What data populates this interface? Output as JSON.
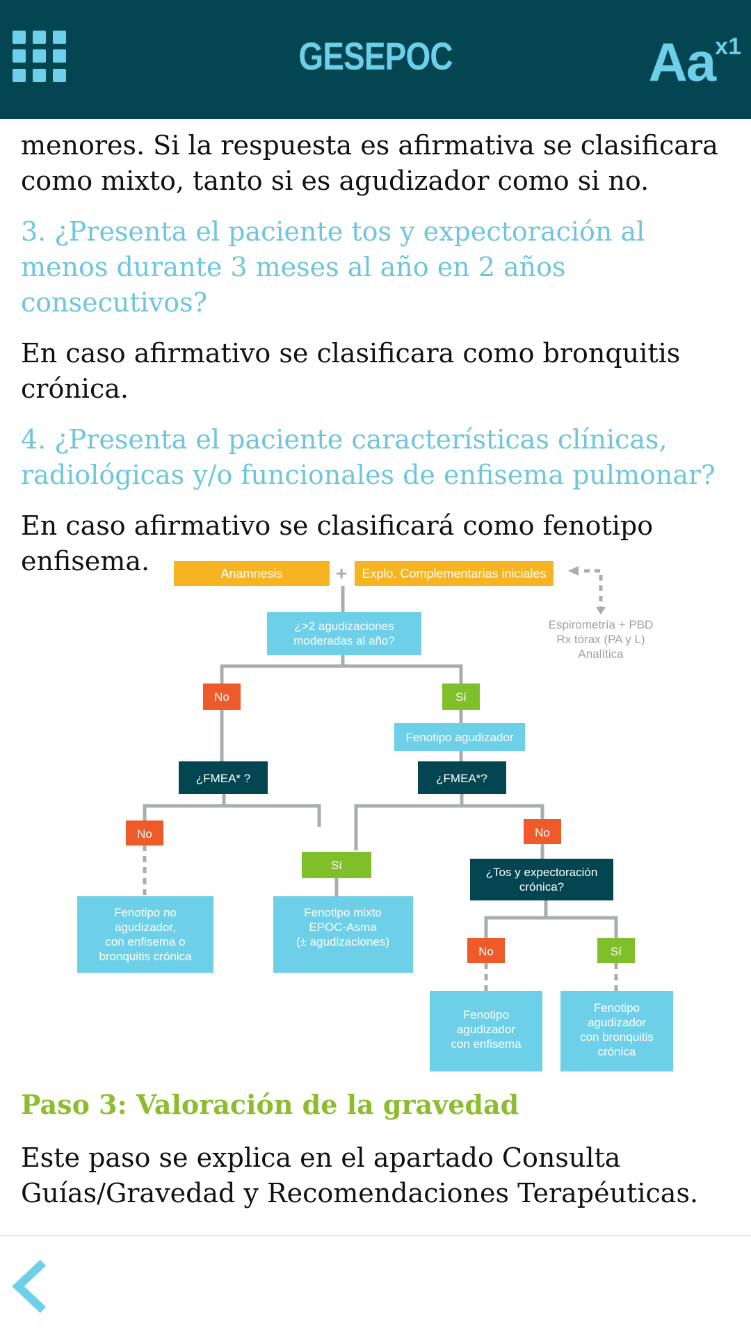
{
  "header": {
    "title": "GESEPOC",
    "font_size_label": "Aa",
    "font_size_multiplier": "x1",
    "menu_icon": "grid-menu-icon",
    "background_color": "#034652",
    "accent_color": "#6dd0e8"
  },
  "content": {
    "paragraphs": [
      "menores. Si la respuesta es afirmativa se clasificara como mixto, tanto si es agudizador como si no.",
      "3. ¿Presenta el paciente tos y expectoración al menos durante 3 meses al año en 2 años consecutivos?",
      "En caso afirmativo se clasificara como bronquitis crónica.",
      "4. ¿Presenta el paciente características clínicas, radiológicas y/o funcionales de enfisema pulmonar?",
      "En caso afirmativo se clasificará como fenotipo enfisema."
    ]
  },
  "flowchart": {
    "anamnesis": "Anamnesis",
    "plus": "+",
    "explo": "Explo. Complementarias iniciales",
    "tests": [
      "Espirometría + PBD",
      "Rx tórax (PA y L)",
      "Analítica"
    ],
    "q_agudizaciones": [
      "¿>2 agudizaciones",
      "moderadas al año?"
    ],
    "no": "No",
    "si": "Sí",
    "fenotipo_agudizador": "Fenotipo agudizador",
    "fmea_left": "¿FMEA* ?",
    "fmea_right": "¿FMEA*?",
    "q_tos": [
      "¿Tos y expectoración",
      "crónica?"
    ],
    "res_no_agudizador": [
      "Fenotipo no",
      "agudizador,",
      "con enfisema o",
      "bronquitis crónica"
    ],
    "res_mixto": [
      "Fenotipo mixto",
      "EPOC-Asma",
      "(± agudizaciones)"
    ],
    "res_enfisema": [
      "Fenotipo",
      "agudizador",
      "con enfisema"
    ],
    "res_bronquitis": [
      "Fenotipo",
      "agudizador",
      "con bronquitis",
      "crónica"
    ],
    "colors": {
      "orange": "#f7b422",
      "light_blue": "#6dd0e8",
      "dark_teal": "#034652",
      "red": "#ef5a2a",
      "green": "#7fbf2a",
      "line": "#a9adaf"
    }
  },
  "step3": {
    "heading": "Paso 3: Valoración de la gravedad",
    "text": "Este paso se explica en el apartado Consulta Guías/Gravedad y Recomendaciones Terapéuticas."
  },
  "footer": {
    "back_icon": "chevron-left-icon"
  }
}
